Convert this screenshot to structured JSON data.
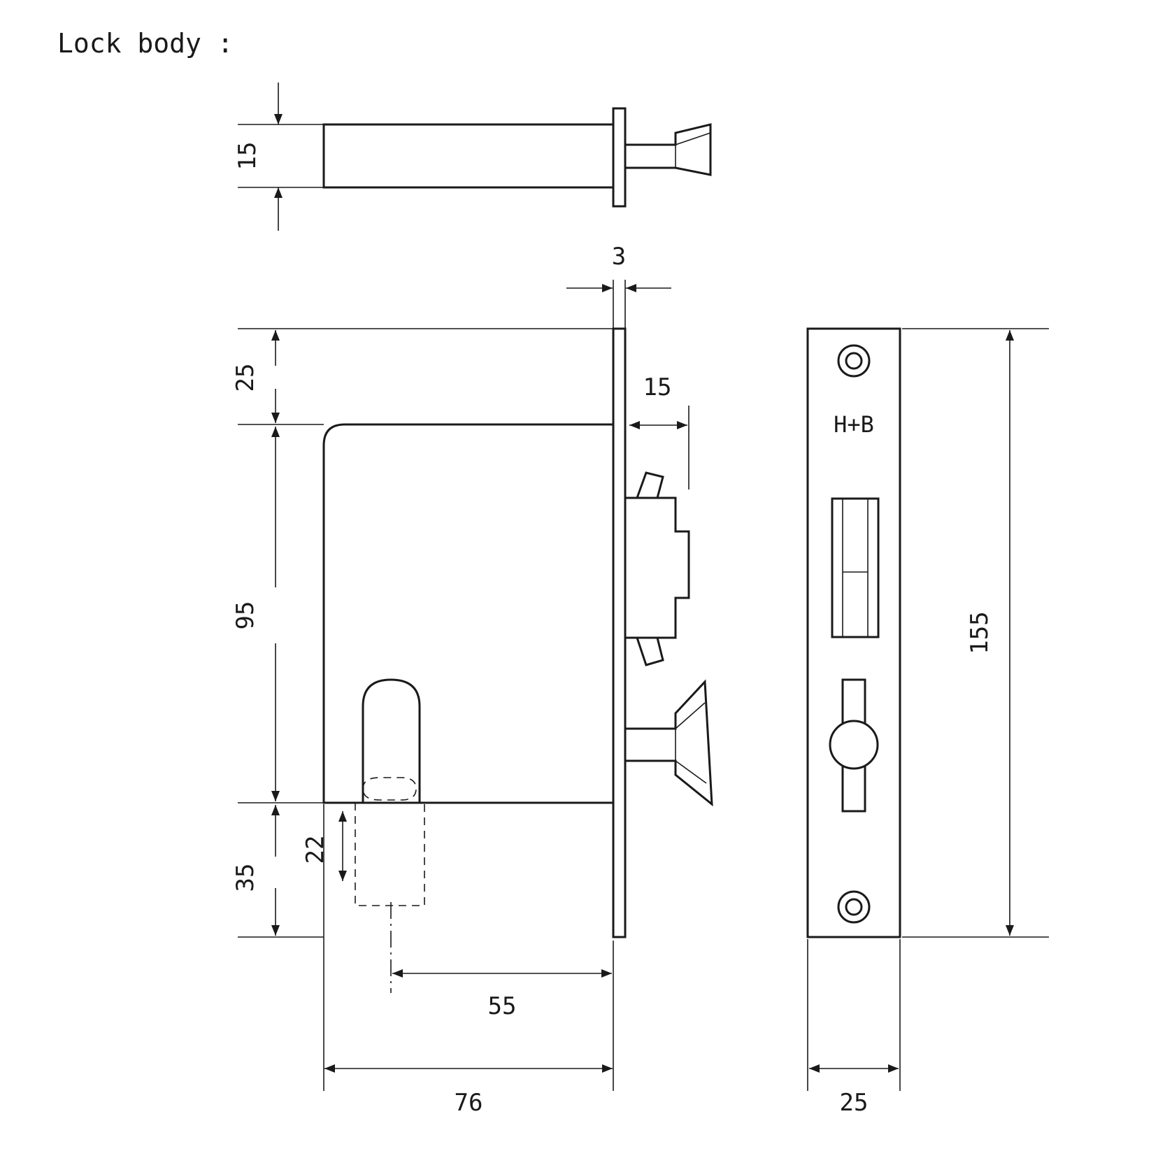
{
  "drawing": {
    "title": "Lock body :",
    "brand_mark": "H+B",
    "units_note": "",
    "dimensions": {
      "top_view_height": "15",
      "faceplate_thickness": "3",
      "top_to_latch": "25",
      "body_height": "95",
      "bottom_section": "35",
      "keyhole_height": "22",
      "latch_projection": "15",
      "backset": "55",
      "body_depth": "76",
      "faceplate_length": "155",
      "faceplate_width": "25"
    },
    "labels": {
      "d15_top": "15",
      "d3": "3",
      "d25": "25",
      "d95": "95",
      "d35": "35",
      "d22": "22",
      "d15_latch": "15",
      "d55": "55",
      "d76": "76",
      "d155": "155",
      "d25_width": "25"
    }
  }
}
